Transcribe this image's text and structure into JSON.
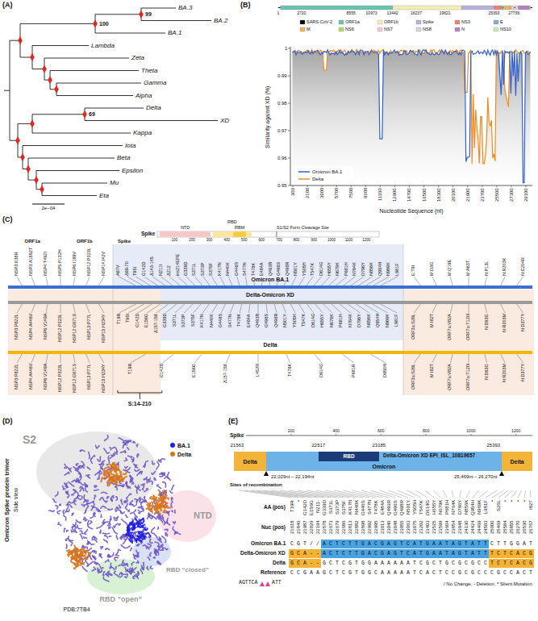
{
  "diagram": {
    "nodes": [
      {
        "text": [
          "Delta"
        ]
      },
      {
        "text": [
          "Omicron",
          "Delta-Omicron XD EPI_ISL_10819657"
        ]
      },
      {
        "text": [
          "RBD"
        ],
        "in": 1
      },
      {
        "text": [
          "Delta"
        ]
      }
    ],
    "labels": [
      "(A)",
      "(B)",
      "(C)",
      "(D)",
      "(E)",
      "BA.3",
      "BA.2",
      "BA.1",
      "Lambda",
      "Zeta",
      "Theta",
      "Gamma",
      "Alpha",
      "Delta",
      "XD",
      "Kappa",
      "Iota",
      "Beta",
      "Epsilon",
      "Mu",
      "Eta",
      "100",
      "99",
      "69",
      "2e−04",
      "1",
      "2720",
      "8555",
      "10973",
      "13442",
      "16237",
      "19621",
      "25393",
      "27756",
      "1",
      "0.99",
      "0.98",
      "0.97",
      "0.96",
      "0.95",
      "300",
      "2100",
      "3900",
      "5700",
      "7500",
      "9300",
      "11100",
      "12900",
      "14700",
      "16500",
      "18300",
      "20100",
      "21900",
      "23700",
      "25500",
      "27300",
      "29100",
      "Similarity against XD (%)",
      "Nucleotide Sequence (nt)",
      "Spike",
      "NTD",
      "RBD",
      "RBM",
      "S1/S2 Furin Cleavage Site",
      "100",
      "200",
      "300",
      "400",
      "500",
      "600",
      "700",
      "800",
      "900",
      "1000",
      "1100",
      "1200",
      "ORF1a",
      "ORF1b",
      "Spike",
      "Omicron BA.1",
      "Delta-Omicron XD",
      "Delta",
      "NSP3:K38R",
      "NSP3:A1892T",
      "NSP4:T492I",
      "NSP5:P132H",
      "NSP6:I189V",
      "NSP12:P323L",
      "NSP14:I42V",
      "A67V",
      "Δ69-70",
      "T95I",
      "G142D",
      "Δ143-145",
      "N211I",
      "Δ212",
      "ins214EPE",
      "G339D",
      "S371L",
      "S373P",
      "S375F",
      "K417N",
      "N440K",
      "G446S",
      "S477N",
      "T478K",
      "E484A",
      "Q493R",
      "G496S",
      "Q498R",
      "N501Y",
      "Y505H",
      "T547K",
      "D614G",
      "H655Y",
      "N679K",
      "P681H",
      "N764K",
      "D796Y",
      "N856K",
      "Q954H",
      "N969K",
      "L981F",
      "E:T9I",
      "M:D3G",
      "M:Q19E",
      "M:A63T",
      "N:P13L",
      "N:R203K",
      "N:G204R",
      "NSP3:P822L",
      "NSP4:A446V",
      "NSP6:V149A",
      "NSP12:P323L",
      "NSP12:G671S",
      "NSP13:P77L",
      "NSP15:H234Y",
      "T19R",
      "T95I",
      "G142D",
      "E156G",
      "Δ157-158",
      "G339D",
      "S371L",
      "S373P",
      "S375F",
      "K417N",
      "N440K",
      "G446S",
      "S477N",
      "T478K",
      "E484A",
      "Q493R",
      "G496S",
      "Q498R",
      "N501Y",
      "Y505H",
      "T547K",
      "D614G",
      "H655Y",
      "N679K",
      "P681H",
      "N764K",
      "D796Y",
      "N856K",
      "Q954H",
      "N969K",
      "L981F",
      "ORF3a:S26L",
      "M:I82T",
      "ORF7a:V82A",
      "ORF7a:T120I",
      "N:D63G",
      "N:R203M",
      "N:D377Y",
      "NSP3:P822L",
      "NSP4:A446V",
      "NSP6:V149A",
      "NSP12:P323L",
      "NSP12:G671S",
      "NSP13:P77L",
      "NSP15:H234Y",
      "T19R",
      "G142D",
      "E156G",
      "Δ157-158",
      "L452R",
      "T478K",
      "D614G",
      "P681R",
      "D950N",
      "ORF3a:S26L",
      "M:I82T",
      "ORF7a:V82A",
      "ORF7a:T120I",
      "N:D63G",
      "N:R203M",
      "N:D377Y",
      "S:14-210",
      "S2",
      "NTD",
      "RBD “open”",
      "RBD “closed”",
      "Omicron Spike protein trimer",
      "Side view",
      "PDB:7TB4",
      "Spike",
      "200",
      "400",
      "600",
      "800",
      "1000",
      "1200",
      "21563",
      "22517",
      "23185",
      "25393",
      "22,029nt – 22,194nt",
      "25,469nt – 26,270nt",
      "Sites of recombination",
      "AA (pos)",
      "Nuc (pos)",
      "T19R",
      "•",
      "G142D",
      "E156G",
      "N211-",
      "G339D",
      "S371L",
      "S373P",
      "S375F",
      "K417N",
      "N440K",
      "G446S",
      "S477N",
      "T478K",
      "E484A",
      "Q493R",
      "G496S",
      "Q498R",
      "N501Y",
      "Y505H",
      "T547K",
      "D614G",
      "H655Y",
      "N679K",
      "P681H",
      "N764K",
      "D796Y",
      "N856K",
      "Q954H",
      "N969K",
      "L981F",
      "•",
      "S26L",
      "•",
      "•",
      "•",
      "•",
      "I82T",
      "21618",
      "21846",
      "21987",
      "22029",
      "22194",
      "22578",
      "22673",
      "22679",
      "22686",
      "22813",
      "22882",
      "22898",
      "22992",
      "22995",
      "23013",
      "23040",
      "23048",
      "23055",
      "23063",
      "23075",
      "23202",
      "23403",
      "23525",
      "23599",
      "23604",
      "23854",
      "23948",
      "24130",
      "24424",
      "24469",
      "24503",
      "25000",
      "25469",
      "25584",
      "25855",
      "26270",
      "26530",
      "26767",
      "Omicron BA.1",
      "Delta-Omicron XD",
      "Delta",
      "Reference",
      "C",
      "G",
      "T",
      "/",
      "/",
      "A",
      "C",
      "T",
      "C",
      "T",
      "T",
      "G",
      "A",
      "C",
      "G",
      "A",
      "G",
      "T",
      "C",
      "A",
      "T",
      "G",
      "A",
      "A",
      "T",
      "A",
      "G",
      "T",
      "A",
      "T",
      "T",
      "C",
      "T",
      "T",
      "G",
      "G",
      "A",
      "T",
      "G",
      "C",
      "A",
      "-",
      "-",
      "A",
      "C",
      "T",
      "C",
      "T",
      "T",
      "G",
      "A",
      "C",
      "G",
      "A",
      "G",
      "T",
      "C",
      "A",
      "T",
      "G",
      "A",
      "A",
      "T",
      "A",
      "G",
      "T",
      "A",
      "T",
      "T",
      "T",
      "C",
      "T",
      "C",
      "A",
      "C",
      "G",
      "G",
      "C",
      "A",
      "-",
      "-",
      "G",
      "C",
      "T",
      "C",
      "G",
      "T",
      "G",
      "G",
      "A",
      "A",
      "A",
      "A",
      "A",
      "A",
      "T",
      "C",
      "G",
      "C",
      "T",
      "G",
      "C",
      "G",
      "C",
      "G",
      "C",
      "C",
      "T",
      "C",
      "T",
      "C",
      "A",
      "C",
      "G",
      "C",
      "C",
      "G",
      "A",
      "A",
      "G",
      "C",
      "T",
      "C",
      "G",
      "T",
      "G",
      "G",
      "C",
      "A",
      "A",
      "A",
      "A",
      "A",
      "T",
      "C",
      "A",
      "C",
      "T",
      "C",
      "C",
      "G",
      "C",
      "G",
      "C",
      "C",
      "C",
      "G",
      "C",
      "C",
      "A",
      "C",
      "T",
      "AGTTCA",
      "ATT",
      "/ No Change, - Deletion, * Slient Mutation"
    ],
    "legend": [
      {
        "text": "SARS-CoV-2",
        "color": "#000000"
      },
      {
        "text": "ORF1a",
        "color": "#6cc3ad"
      },
      {
        "text": "ORF1b",
        "color": "#f3eeb8"
      },
      {
        "text": "Spike",
        "color": "#b7b2da"
      },
      {
        "text": "NS3",
        "color": "#ef7f6e"
      },
      {
        "text": "E",
        "color": "#7fafd3"
      },
      {
        "text": "M",
        "color": "#f4b25c"
      },
      {
        "text": "NS6",
        "color": "#b3d869"
      },
      {
        "text": "NS7",
        "color": "#f6c6d8"
      },
      {
        "text": "NS8",
        "color": "#d6d6d6"
      },
      {
        "text": "N",
        "color": "#b27fc0"
      },
      {
        "text": "NS10",
        "color": "#c9e8c1"
      },
      {
        "text": "Omicron BA.1"
      },
      {
        "text": "Delta"
      },
      {
        "text": "BA.1",
        "color": "#1e1ee6"
      },
      {
        "text": "Delta",
        "color": "#d9761c"
      }
    ]
  }
}
